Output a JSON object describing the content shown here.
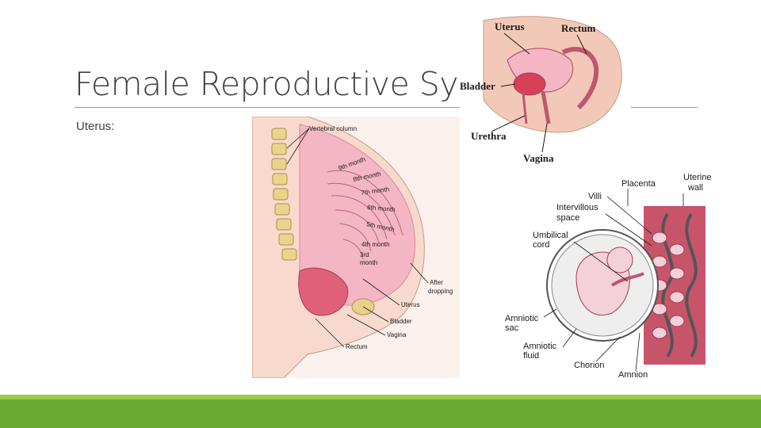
{
  "slide": {
    "title": "Female Reproductive Syst",
    "body_text": "Uterus:"
  },
  "figures": {
    "pregnancy": {
      "labels": {
        "vertebral": "Vertebral column",
        "m9": "9th month",
        "m8": "8th month",
        "m7": "7th month",
        "m6": "6th month",
        "m5": "5th month",
        "m4": "4th month",
        "m3a": "3rd",
        "m3b": "month",
        "after1": "After",
        "after2": "dropping",
        "uterus": "Uterus",
        "bladder": "Bladder",
        "vagina": "Vagina",
        "rectum": "Rectum"
      }
    },
    "pelvis": {
      "labels": {
        "uterus": "Uterus",
        "rectum": "Rectum",
        "bladder": "Bladder",
        "urethra": "Urethra",
        "vagina": "Vagina"
      }
    },
    "placenta": {
      "labels": {
        "placenta": "Placenta",
        "uterine1": "Uterine",
        "uterine2": "wall",
        "villi": "Villi",
        "intervillous1": "Intervillous",
        "intervillous2": "space",
        "umbilical1": "Umbilical",
        "umbilical2": "cord",
        "amniotic_sac1": "Amniotic",
        "amniotic_sac2": "sac",
        "amniotic_fluid1": "Amniotic",
        "amniotic_fluid2": "fluid",
        "chorion": "Chorion",
        "amnion": "Amnion"
      }
    }
  },
  "colors": {
    "accent_green": "#6aa933",
    "accent_green_light": "#9ccb4a",
    "tissue_pink": "#f4b6c4",
    "tissue_red": "#d8405a"
  }
}
